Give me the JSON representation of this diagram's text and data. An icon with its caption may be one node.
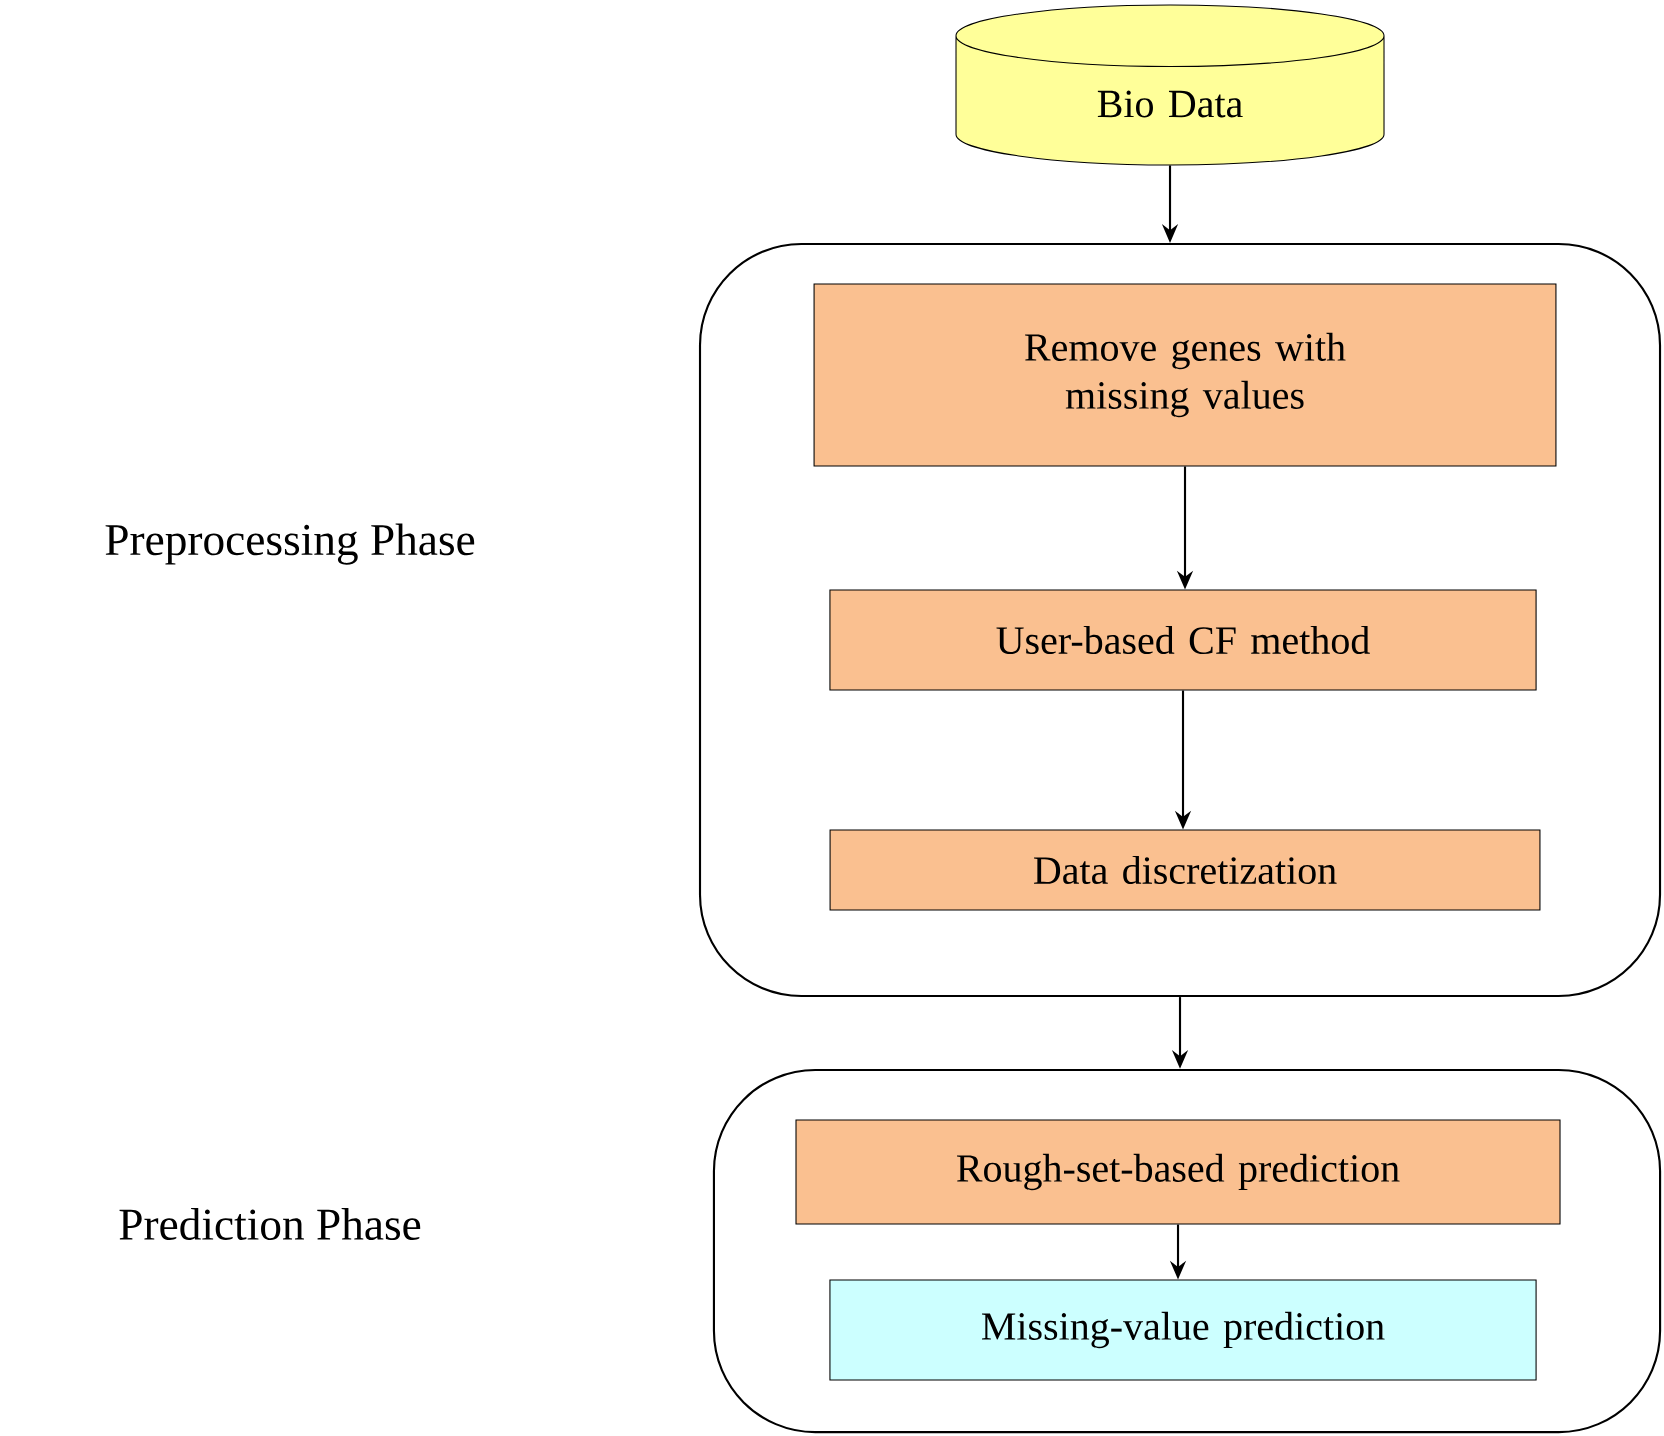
{
  "diagram": {
    "nodes": [
      {
        "text": [
          "Bio Data"
        ]
      },
      {
        "text": [],
        "shape": "box"
      },
      {
        "text": [
          "Remove genes with missing values"
        ],
        "in": 1
      },
      {
        "text": [
          "User-based CF method"
        ],
        "in": 1
      },
      {
        "text": [
          "Data discretization"
        ],
        "in": 1
      },
      {
        "text": [],
        "shape": "box"
      },
      {
        "text": [
          "Rough-set-based prediction"
        ],
        "in": 5
      },
      {
        "text": [
          "Missing-value prediction"
        ],
        "in": 5
      }
    ],
    "edges": [
      {
        "from": 0,
        "to": 1,
        "arrow": "to"
      },
      {
        "from": 2,
        "to": 3,
        "arrow": "to"
      },
      {
        "from": 3,
        "to": 4,
        "arrow": "to"
      },
      {
        "from": 1,
        "to": 5,
        "arrow": "to"
      },
      {
        "from": 6,
        "to": 7,
        "arrow": "to"
      }
    ],
    "labels": [
      "Preprocessing Phase",
      "Prediction Phase"
    ]
  }
}
